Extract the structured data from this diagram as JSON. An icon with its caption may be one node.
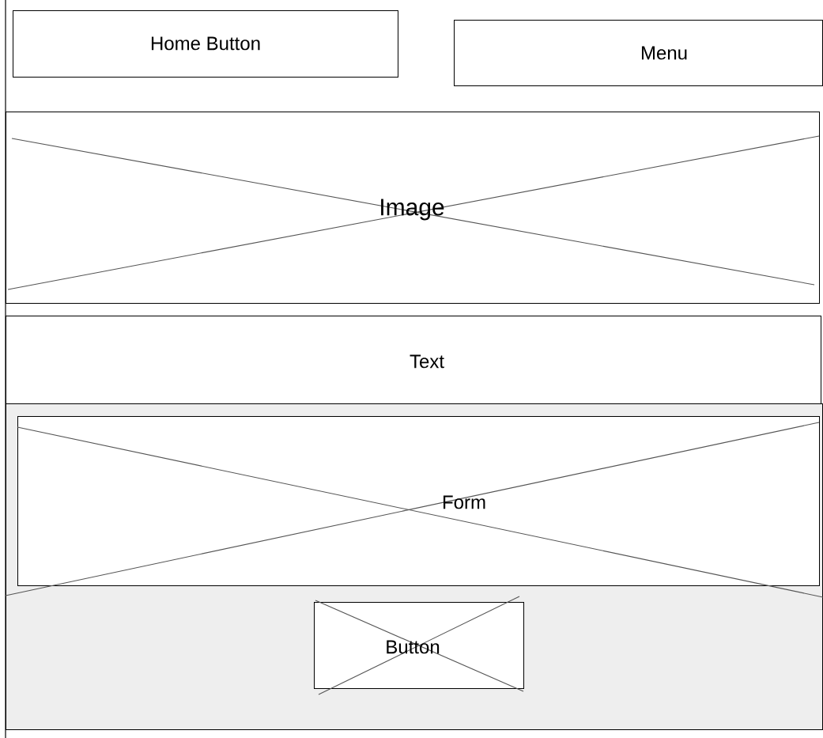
{
  "diagram": {
    "nodes": [
      {
        "text": [
          "Home Button"
        ]
      },
      {
        "text": [
          "Menu"
        ]
      },
      {
        "text": [
          "Image"
        ]
      },
      {
        "text": [
          "Text"
        ]
      },
      {
        "text": [],
        "shape": "box"
      },
      {
        "text": [
          "Form"
        ],
        "in": 4
      },
      {
        "text": [
          "Button"
        ],
        "in": 4
      }
    ]
  }
}
